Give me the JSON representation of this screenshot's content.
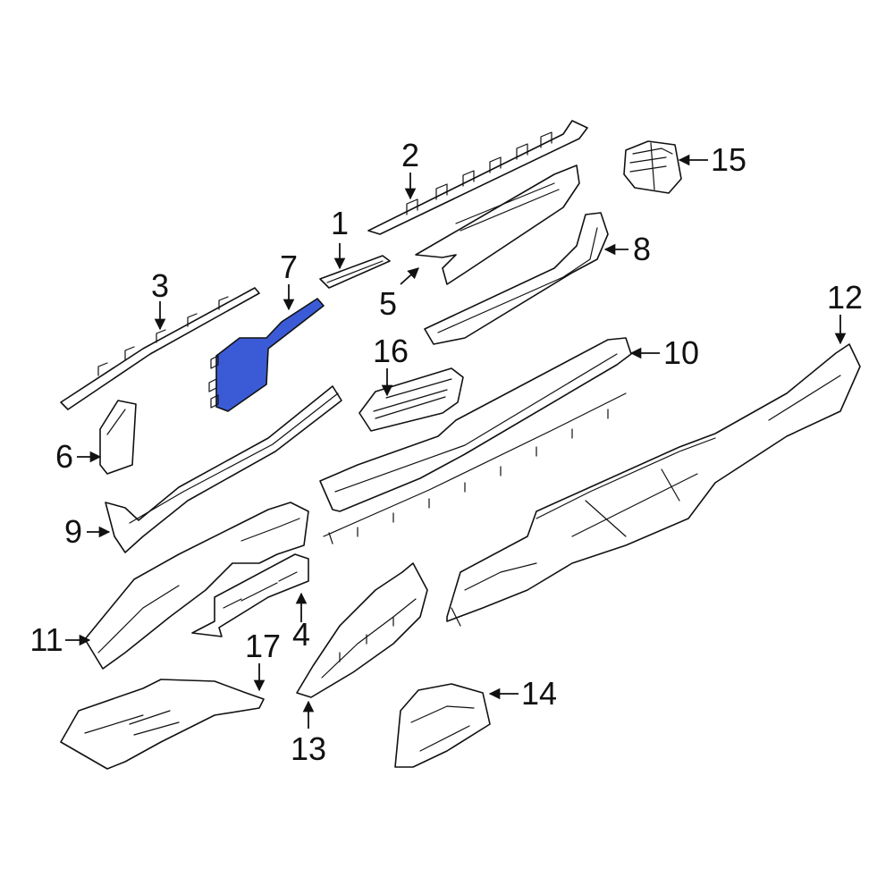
{
  "diagram": {
    "highlight_color": "#3b5bd6",
    "line_color": "#111111",
    "background": "#ffffff",
    "highlighted_part": "7",
    "callouts": {
      "c1": "1",
      "c2": "2",
      "c3": "3",
      "c4": "4",
      "c5": "5",
      "c6": "6",
      "c7": "7",
      "c8": "8",
      "c9": "9",
      "c10": "10",
      "c11": "11",
      "c12": "12",
      "c13": "13",
      "c14": "14",
      "c15": "15",
      "c16": "16",
      "c17": "17"
    }
  }
}
